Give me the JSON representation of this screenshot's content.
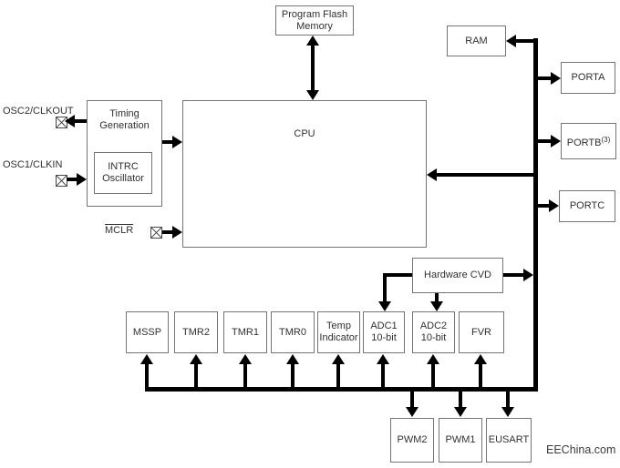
{
  "colors": {
    "line": "#000000",
    "box_border": "#757575",
    "text": "#303030",
    "watermark": "#3b3b3b"
  },
  "blocks": {
    "program_flash": {
      "line1": "Program Flash",
      "line2": "Memory"
    },
    "ram": {
      "label": "RAM"
    },
    "porta": {
      "label": "PORTA"
    },
    "portb": {
      "label": "PORTB",
      "sup": "(3)"
    },
    "portc": {
      "label": "PORTC"
    },
    "timing_generation": {
      "line1": "Timing",
      "line2": "Generation"
    },
    "intrc_oscillator": {
      "line1": "INTRC",
      "line2": "Oscillator"
    },
    "cpu": {
      "label": "CPU"
    },
    "hardware_cvd": {
      "label": "Hardware CVD"
    },
    "mssp": {
      "label": "MSSP"
    },
    "tmr2": {
      "label": "TMR2"
    },
    "tmr1": {
      "label": "TMR1"
    },
    "tmr0": {
      "label": "TMR0"
    },
    "temp_indicator": {
      "line1": "Temp",
      "line2": "Indicator"
    },
    "adc1": {
      "line1": "ADC1",
      "line2": "10-bit"
    },
    "adc2": {
      "line1": "ADC2",
      "line2": "10-bit"
    },
    "fvr": {
      "label": "FVR"
    },
    "pwm2": {
      "label": "PWM2"
    },
    "pwm1": {
      "label": "PWM1"
    },
    "eusart": {
      "label": "EUSART"
    }
  },
  "pins": {
    "osc2": {
      "label": "OSC2/CLKOUT"
    },
    "osc1": {
      "label": "OSC1/CLKIN"
    },
    "mclr": {
      "label": "MCLR"
    }
  },
  "watermark": {
    "label": "EEChina.com"
  }
}
